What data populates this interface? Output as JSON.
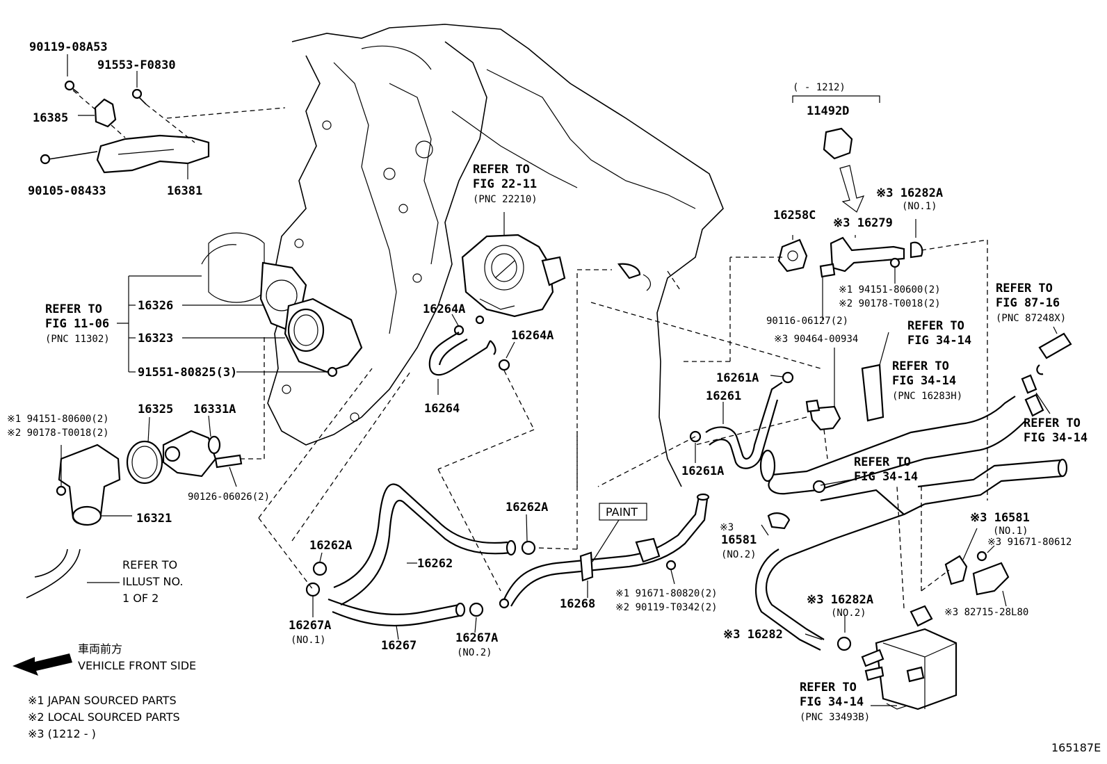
{
  "labels": {
    "p90119_08A53": "90119-08A53",
    "p91553_F0830": "91553-F0830",
    "p16385": "16385",
    "p90105_08433": "90105-08433",
    "p16381": "16381",
    "refer_fig11_a": "REFER TO",
    "refer_fig11_b": "FIG 11-06",
    "refer_fig11_c": "(PNC 11302)",
    "p16326": "16326",
    "p16323": "16323",
    "p91551": "91551-80825(3)",
    "j1_94151": "※1 94151-80600(2)",
    "j2_90178": "※2 90178-T0018(2)",
    "p16325": "16325",
    "p16331A": "16331A",
    "p90126": "90126-06026(2)",
    "p16321": "16321",
    "illust_a": "REFER TO",
    "illust_b": "ILLUST NO.",
    "illust_c": "1 OF 2",
    "front_jp": "車両前方",
    "front_en": "VEHICLE FRONT SIDE",
    "note1": "※1 JAPAN SOURCED PARTS",
    "note2": "※2 LOCAL SOURCED PARTS",
    "note3": "※3 (1212 -        )",
    "refer22_a": "REFER TO",
    "refer22_b": "FIG 22-11",
    "refer22_c": "(PNC 22210)",
    "p16264A_1": "16264A",
    "p16264A_2": "16264A",
    "p16264": "16264",
    "p16262A_1": "16262A",
    "p16262A_2": "16262A",
    "p16262": "16262",
    "p16267": "16267",
    "p16267A_1": "16267A",
    "no1_a": "(NO.1)",
    "p16267A_2": "16267A",
    "no2_a": "(NO.2)",
    "paint": "PAINT",
    "p16268": "16268",
    "j1_91671": "※1 91671-80820(2)",
    "j2_90119": "※2 90119-T0342(2)",
    "range_top": "(      - 1212)",
    "p11492D": "11492D",
    "p16258C": "16258C",
    "j3_16279": "※3 16279",
    "j3_16282A": "※3 16282A",
    "no1_b": "(NO.1)",
    "j1_94151_b": "※1 94151-80600(2)",
    "j2_90178_b": "※2 90178-T0018(2)",
    "p90116": "90116-06127(2)",
    "j3_90464": "※3 90464-00934",
    "p16261A_1": "16261A",
    "p16261": "16261",
    "p16261A_2": "16261A",
    "refer34_a1": "REFER TO",
    "refer34_a2": "FIG 34-14",
    "refer34_b1": "REFER TO",
    "refer34_b2": "FIG 34-14",
    "refer34_b3": "(PNC 16283H)",
    "refer87_a": "REFER TO",
    "refer87_b": "FIG 87-16",
    "refer87_c": "(PNC 87248X)",
    "refer34_c1": "REFER TO",
    "refer34_c2": "FIG 34-14",
    "refer34_d1": "REFER TO",
    "refer34_d2": "FIG 34-14",
    "j3_16581_a": "※3",
    "p16581_a": "16581",
    "no2_b": "(NO.2)",
    "j3_16581_b": "※3 16581",
    "no1_c": "(NO.1)",
    "j3_91671": "※3 91671-80612",
    "j3_82715": "※3 82715-28L80",
    "j3_16282A_b": "※3 16282A",
    "no2_c": "(NO.2)",
    "j3_16282": "※3 16282",
    "refer34_e1": "REFER TO",
    "refer34_e2": "FIG 34-14",
    "refer34_e3": "(PNC 33493B)",
    "fig_id": "165187E"
  }
}
